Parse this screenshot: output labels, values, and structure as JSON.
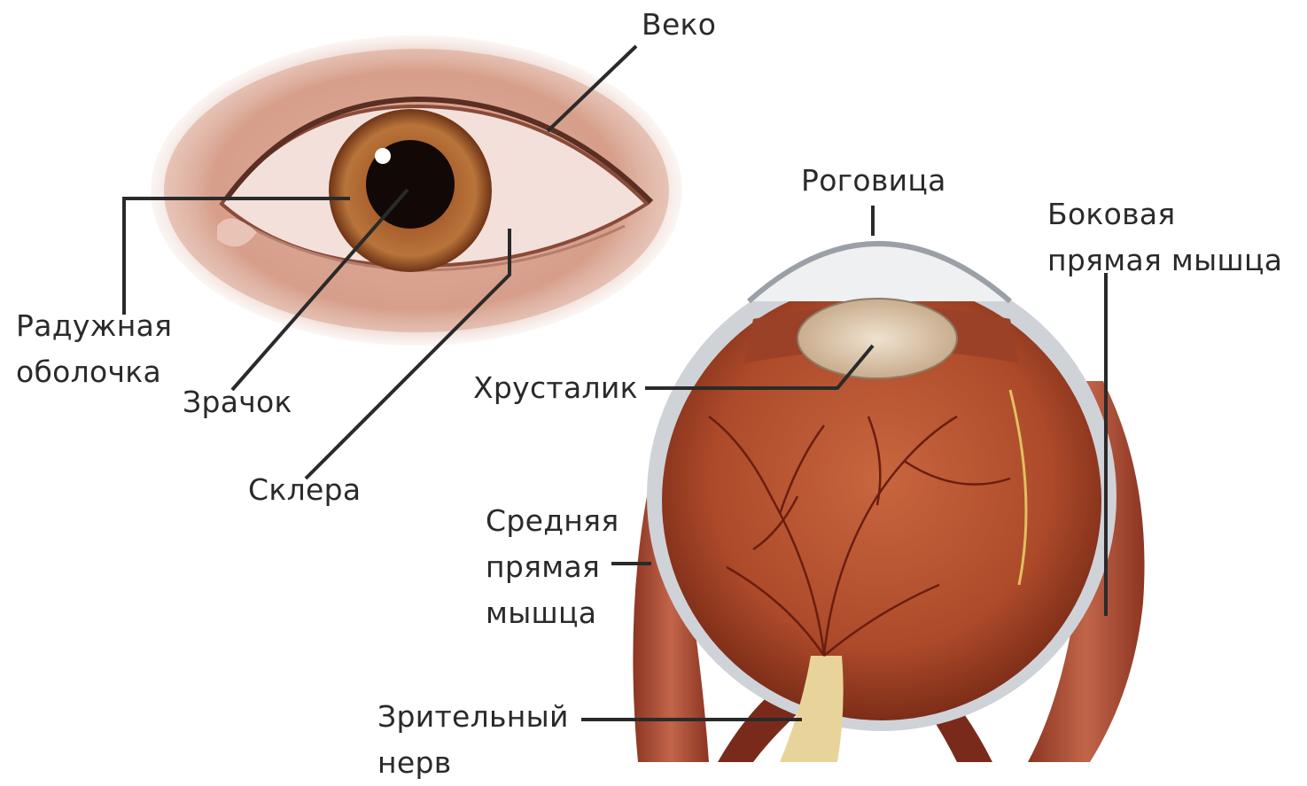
{
  "labels": {
    "veko": "Веко",
    "radug_1": "Радужная",
    "radug_2": "оболочка",
    "zrachok": "Зрачок",
    "sklera": "Склера",
    "rogovica": "Роговица",
    "bokovaya_1": "Боковая",
    "bokovaya_2": "прямая мышца",
    "hrustalik": "Хрусталик",
    "srednyaya_1": "Средняя",
    "srednyaya_2": "прямая",
    "srednyaya_3": "мышца",
    "nerv_1": "Зрительный",
    "nerv_2": "нерв"
  },
  "colors": {
    "skin": "#d9a48f",
    "iris": "#a0562a",
    "sclera": "#f3e0da",
    "eyeball": "#b7522f",
    "muscle": "#b5553a",
    "leader": "#2a2a2a"
  }
}
